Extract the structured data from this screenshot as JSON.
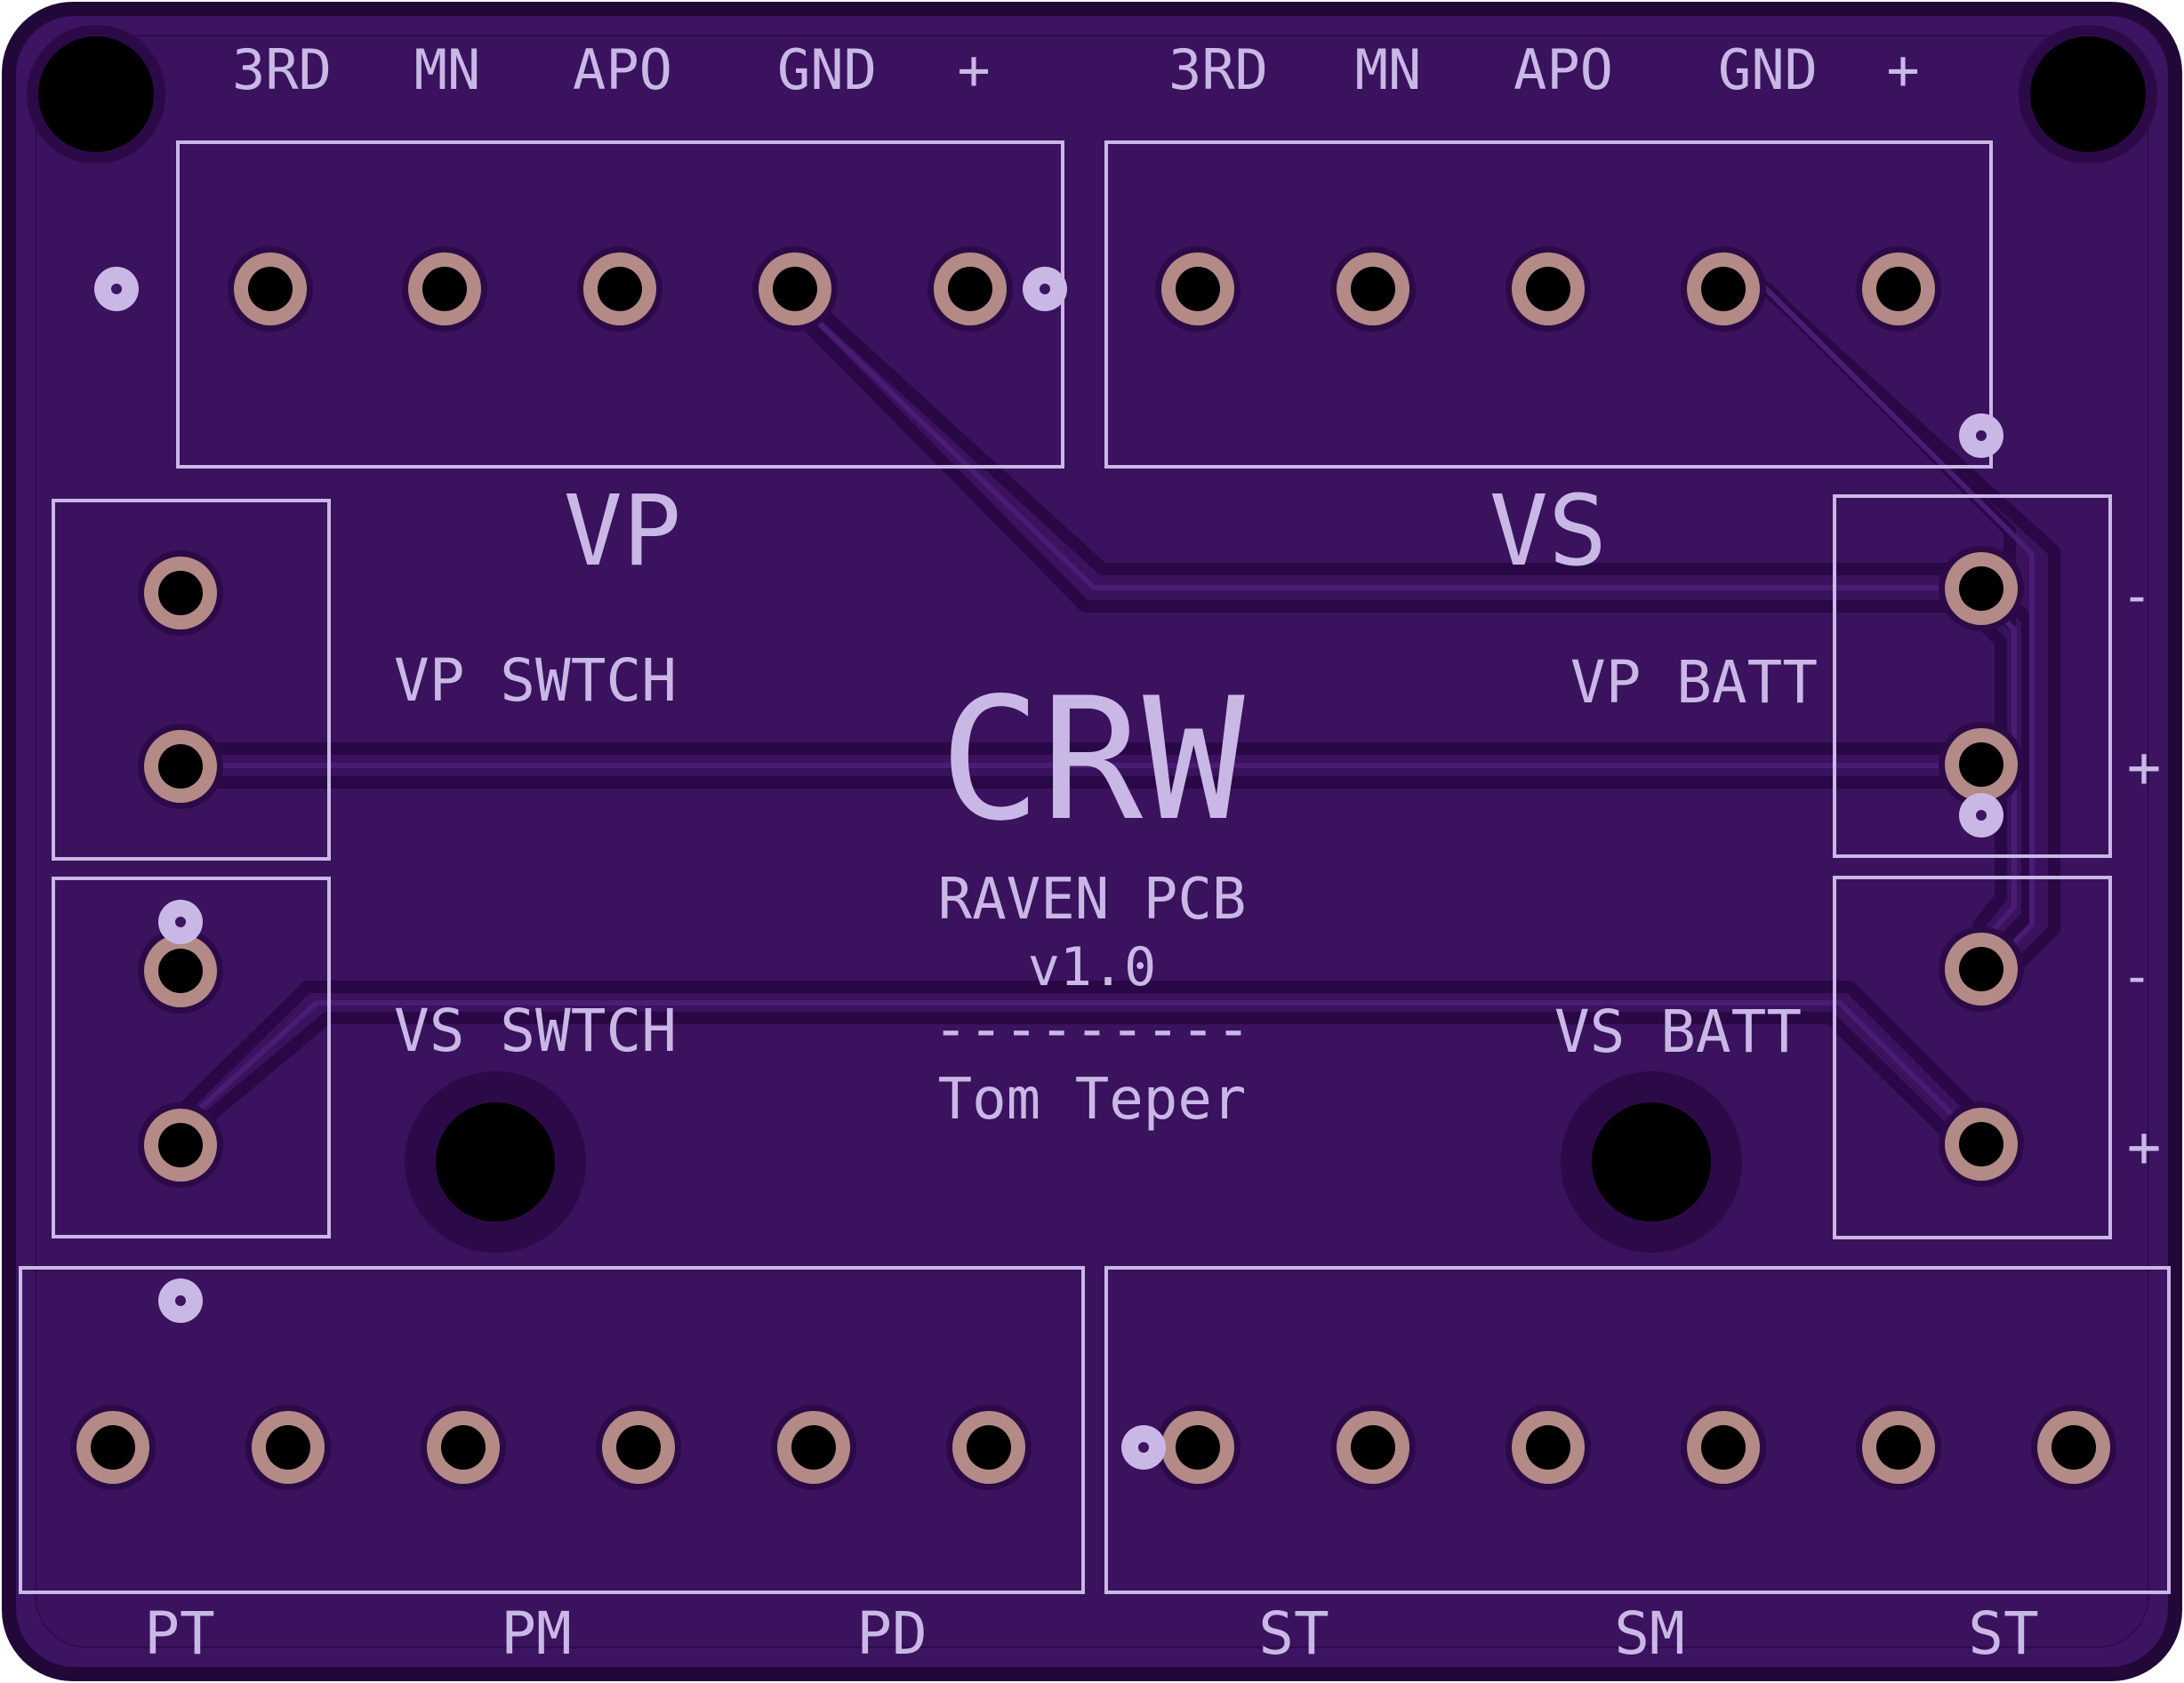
{
  "colors": {
    "board": "#3d1462",
    "board_edge": "#220838",
    "mask_relief": "#2c0a48",
    "silkscreen": "#c9b8e6",
    "pad_copper": "#b38a86",
    "hole": "#000000",
    "via": "#c9b8e6"
  },
  "connectors": {
    "vp_header": {
      "pins": [
        "3RD",
        "MN",
        "APO",
        "GND",
        "+"
      ],
      "label": "VP"
    },
    "vs_header": {
      "pins": [
        "3RD",
        "MN",
        "APO",
        "GND",
        "+"
      ],
      "label": "VS"
    },
    "vp_switch": {
      "label": "VP SWTCH"
    },
    "vs_switch": {
      "label": "VS SWTCH"
    },
    "vp_batt": {
      "label": "VP BATT",
      "pins": [
        "-",
        "+"
      ]
    },
    "vs_batt": {
      "label": "VS BATT",
      "pins": [
        "-",
        "+"
      ]
    },
    "bottom_left": {
      "labels": [
        "PT",
        "PM",
        "PD"
      ]
    },
    "bottom_right": {
      "labels": [
        "ST",
        "SM",
        "ST"
      ]
    }
  },
  "title": {
    "logo": "CRW",
    "name": "RAVEN PCB",
    "version": "v1.0",
    "divider": "---------",
    "author": "Tom Teper"
  }
}
